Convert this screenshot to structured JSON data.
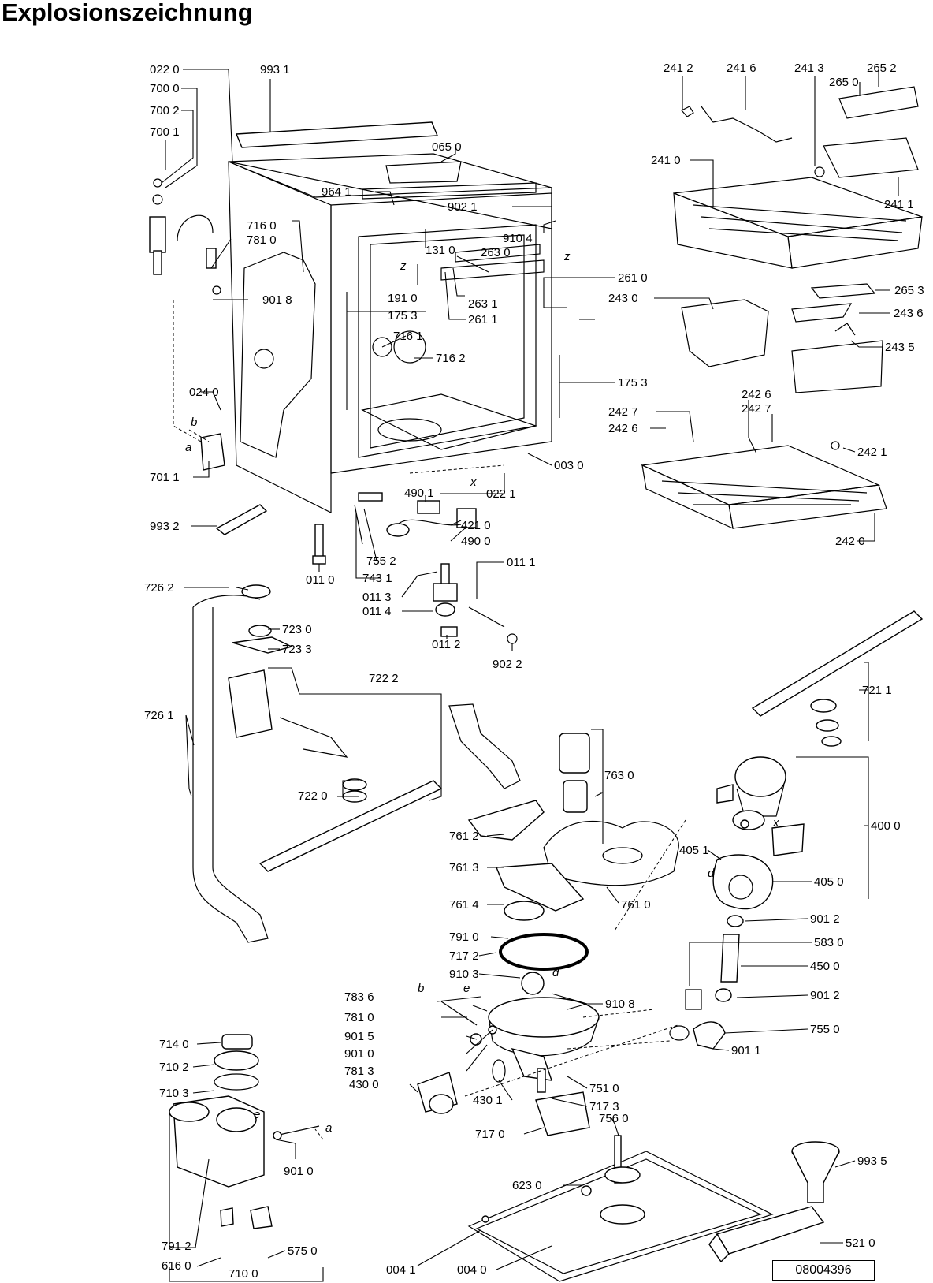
{
  "title": "Explosionszeichnung",
  "document_number": "08004396",
  "letters": [
    "z",
    "z",
    "x",
    "b",
    "a",
    "e",
    "a",
    "b",
    "d",
    "d",
    "x",
    "e"
  ],
  "parts": [
    "022 0",
    "993 1",
    "700 0",
    "700 2",
    "700 1",
    "065 0",
    "964 1",
    "902 1",
    "910 4",
    "716 0",
    "781 0",
    "131 0",
    "263 0",
    "901 8",
    "261 0",
    "191 0",
    "263 1",
    "175 3",
    "261 1",
    "716 1",
    "716 2",
    "175 3",
    "024 0",
    "701 1",
    "003 0",
    "490 1",
    "022 1",
    "421 0",
    "490 0",
    "993 2",
    "755 2",
    "011 1",
    "011 0",
    "743 1",
    "011 3",
    "011 4",
    "011 2",
    "902 2",
    "241 2",
    "241 6",
    "241 3",
    "265 2",
    "265 0",
    "241 0",
    "241 1",
    "265 3",
    "243 0",
    "243 6",
    "243 5",
    "242 6",
    "242 7",
    "242 7",
    "242 6",
    "242 1",
    "242 0",
    "726 2",
    "723 0",
    "723 3",
    "722 2",
    "726 1",
    "722 0",
    "721 1",
    "763 0",
    "761 2",
    "761 3",
    "761 4",
    "761 0",
    "405 1",
    "400 0",
    "405 0",
    "901 2",
    "791 0",
    "717 2",
    "910 3",
    "910 8",
    "583 0",
    "450 0",
    "901 2",
    "783 6",
    "781 0",
    "901 5",
    "901 0",
    "781 3",
    "755 0",
    "901 1",
    "751 0",
    "430 0",
    "430 1",
    "717 3",
    "756 0",
    "717 0",
    "714 0",
    "710 2",
    "710 3",
    "791 2",
    "901 0",
    "616 0",
    "575 0",
    "710 0",
    "623 0",
    "993 5",
    "521 0",
    "004 1",
    "004 0"
  ]
}
